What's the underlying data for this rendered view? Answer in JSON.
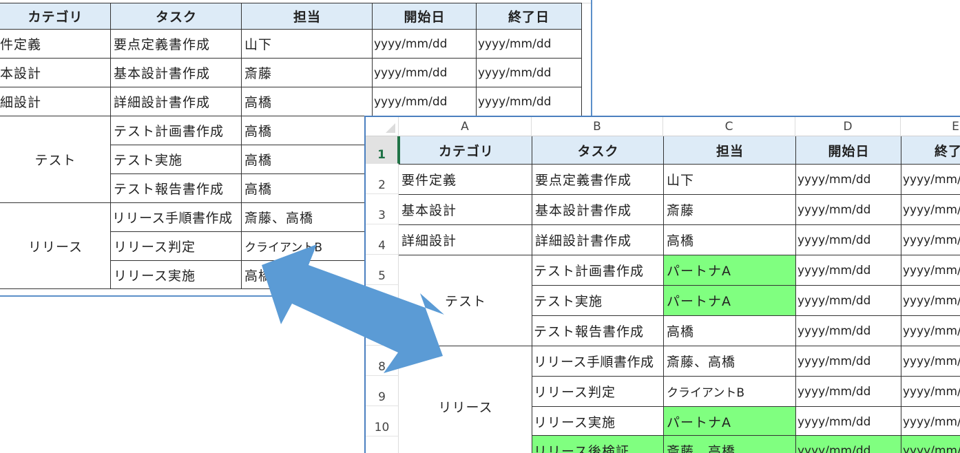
{
  "back_sheet": {
    "headers": [
      "カテゴリ",
      "タスク",
      "担当",
      "開始日",
      "終了日"
    ],
    "rows": [
      {
        "category": "件定義",
        "task": "要点定義書作成",
        "owner": "山下",
        "start": "yyyy/mm/dd",
        "end": "yyyy/mm/dd"
      },
      {
        "category": "本設計",
        "task": "基本設計書作成",
        "owner": "斎藤",
        "start": "yyyy/mm/dd",
        "end": "yyyy/mm/dd"
      },
      {
        "category": "細設計",
        "task": "詳細設計書作成",
        "owner": "高橋",
        "start": "yyyy/mm/dd",
        "end": "yyyy/mm/dd"
      },
      {
        "category": "テスト",
        "task": "テスト計画書作成",
        "owner": "高橋"
      },
      {
        "category": "",
        "task": "テスト実施",
        "owner": "高橋"
      },
      {
        "category": "",
        "task": "テスト報告書作成",
        "owner": "高橋"
      },
      {
        "category": "リリース",
        "task": "リリース手順書作成",
        "owner": "斎藤、高橋"
      },
      {
        "category": "",
        "task": "リリース判定",
        "owner": "クライアントB"
      },
      {
        "category": "",
        "task": "リリース実施",
        "owner": "高橋"
      }
    ]
  },
  "front_sheet": {
    "column_letters": [
      "A",
      "B",
      "C",
      "D",
      "E"
    ],
    "row_numbers": [
      "1",
      "2",
      "3",
      "4",
      "5",
      "",
      "",
      "8",
      "9",
      "10",
      ""
    ],
    "headers": [
      "カテゴリ",
      "タスク",
      "担当",
      "開始日",
      "終了日"
    ],
    "rows": [
      {
        "category": "要件定義",
        "task": "要点定義書作成",
        "owner": "山下",
        "start": "yyyy/mm/dd",
        "end": "yyyy/mm/dd"
      },
      {
        "category": "基本設計",
        "task": "基本設計書作成",
        "owner": "斎藤",
        "start": "yyyy/mm/dd",
        "end": "yyyy/mm/dd"
      },
      {
        "category": "詳細設計",
        "task": "詳細設計書作成",
        "owner": "高橋",
        "start": "yyyy/mm/dd",
        "end": "yyyy/mm/dd"
      },
      {
        "category": "テスト",
        "task": "テスト計画書作成",
        "owner": "パートナA",
        "start": "yyyy/mm/dd",
        "end": "yyyy/mm/dd"
      },
      {
        "category": "",
        "task": "テスト実施",
        "owner": "パートナA",
        "start": "yyyy/mm/dd",
        "end": "yyyy/mm/dd"
      },
      {
        "category": "",
        "task": "テスト報告書作成",
        "owner": "高橋",
        "start": "yyyy/mm/dd",
        "end": "yyyy/mm/dd"
      },
      {
        "category": "リリース",
        "task": "リリース手順書作成",
        "owner": "斎藤、高橋",
        "start": "yyyy/mm/dd",
        "end": "yyyy/mm/dd"
      },
      {
        "category": "",
        "task": "リリース判定",
        "owner": "クライアントB",
        "start": "yyyy/mm/dd",
        "end": "yyyy/mm/dd"
      },
      {
        "category": "",
        "task": "リリース実施",
        "owner": "パートナA",
        "start": "yyyy/mm/dd",
        "end": "yyyy/mm/dd"
      },
      {
        "category": "",
        "task": "リリース後検証",
        "owner": "斎藤、高橋",
        "start": "yyyy/mm/dd",
        "end": "yyyy/mm/dd"
      }
    ]
  },
  "colors": {
    "header_fill": "#ddebf7",
    "changed_fill": "#80ff80",
    "arrow_fill": "#5b9bd5",
    "frame_border": "#4a7fbf"
  },
  "annotation": {
    "icon": "double-arrow-icon"
  }
}
